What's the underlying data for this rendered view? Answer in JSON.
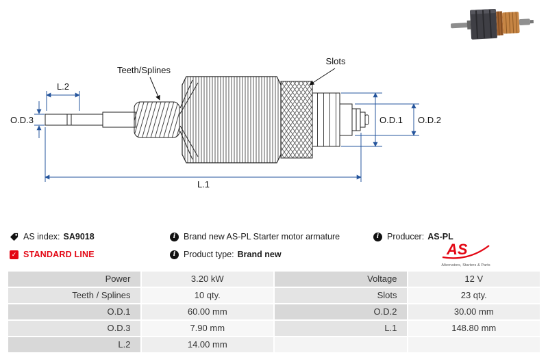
{
  "colors": {
    "accent_red": "#e30613",
    "dimension_blue": "#24549c"
  },
  "icons": {
    "info_glyph": "i",
    "check_glyph": "✓"
  },
  "diagram": {
    "labels": {
      "teeth_splines": "Teeth/Splines",
      "slots": "Slots",
      "l2": "L.2",
      "od3": "O.D.3",
      "od1": "O.D.1",
      "od2": "O.D.2",
      "l1": "L.1"
    }
  },
  "info": {
    "as_index": {
      "label": "AS index:",
      "value": "SA9018"
    },
    "description": "Brand new AS-PL Starter motor armature",
    "producer": {
      "label": "Producer:",
      "value": "AS-PL"
    },
    "standard_line": "STANDARD LINE",
    "product_type": {
      "label": "Product type:",
      "value": "Brand new"
    },
    "logo": {
      "text": "AS",
      "subtext": "Alternators, Starters & Parts"
    }
  },
  "spec_table": {
    "rows": [
      {
        "c1": "Power",
        "v1": "3.20 kW",
        "c2": "Voltage",
        "v2": "12 V"
      },
      {
        "c1": "Teeth / Splines",
        "v1": "10 qty.",
        "c2": "Slots",
        "v2": "23 qty."
      },
      {
        "c1": "O.D.1",
        "v1": "60.00 mm",
        "c2": "O.D.2",
        "v2": "30.00 mm"
      },
      {
        "c1": "O.D.3",
        "v1": "7.90 mm",
        "c2": "L.1",
        "v2": "148.80 mm"
      },
      {
        "c1": "L.2",
        "v1": "14.00 mm",
        "c2": "",
        "v2": ""
      }
    ]
  }
}
